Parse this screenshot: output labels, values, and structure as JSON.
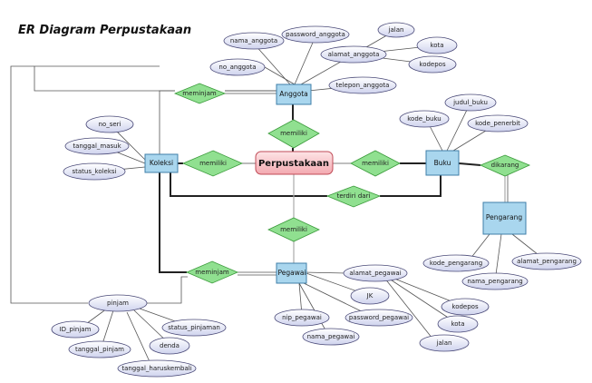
{
  "title": "ER Diagram Perpustakaan",
  "center": "Perpustakaan",
  "entities": {
    "anggota": "Anggota",
    "koleksi": "Koleksi",
    "buku": "Buku",
    "pengarang": "Pengarang",
    "pegawai": "Pegawai"
  },
  "relations": {
    "meminjam_top": "meminjam",
    "memiliki_top": "memiliki",
    "memiliki_left": "memiliki",
    "memiliki_right": "memiliki",
    "dikarang": "dikarang",
    "terdiri_dari": "terdiri dari",
    "memiliki_bottom": "memiliki",
    "meminjam_bottom": "meminjam"
  },
  "attributes": {
    "nama_anggota": "nama_anggota",
    "password_anggota": "password_anggota",
    "jalan_top": "jalan",
    "kota_top": "kota",
    "alamat_anggota": "alamat_anggota",
    "no_anggota": "no_anggota",
    "kodepos_top": "kodepos",
    "telepon_anggota": "telepon_anggota",
    "no_seri": "no_seri",
    "tanggal_masuk": "tanggal_masuk",
    "status_koleksi": "status_koleksi",
    "judul_buku": "judul_buku",
    "kode_buku": "kode_buku",
    "kode_penerbit": "kode_penerbit",
    "kode_pengarang": "kode_pengarang",
    "alamat_pengarang": "alamat_pengarang",
    "nama_pengarang": "nama_pengarang",
    "alamat_pegawai": "alamat_pegawai",
    "jk": "JK",
    "kodepos_bottom": "kodepos",
    "nip_pegawai": "nip_pegawai",
    "password_pegawai": "password_pegawai",
    "kota_bottom": "kota",
    "nama_pegawai": "nama_pegawai",
    "jalan_bottom": "jalan",
    "pinjam": "pinjam",
    "id_pinjam": "ID_pinjam",
    "status_pinjaman": "status_pinjaman",
    "tanggal_pinjam": "tanggal_pinjam",
    "denda": "denda",
    "tanggal_haruskembali": "tanggal_haruskembali"
  }
}
